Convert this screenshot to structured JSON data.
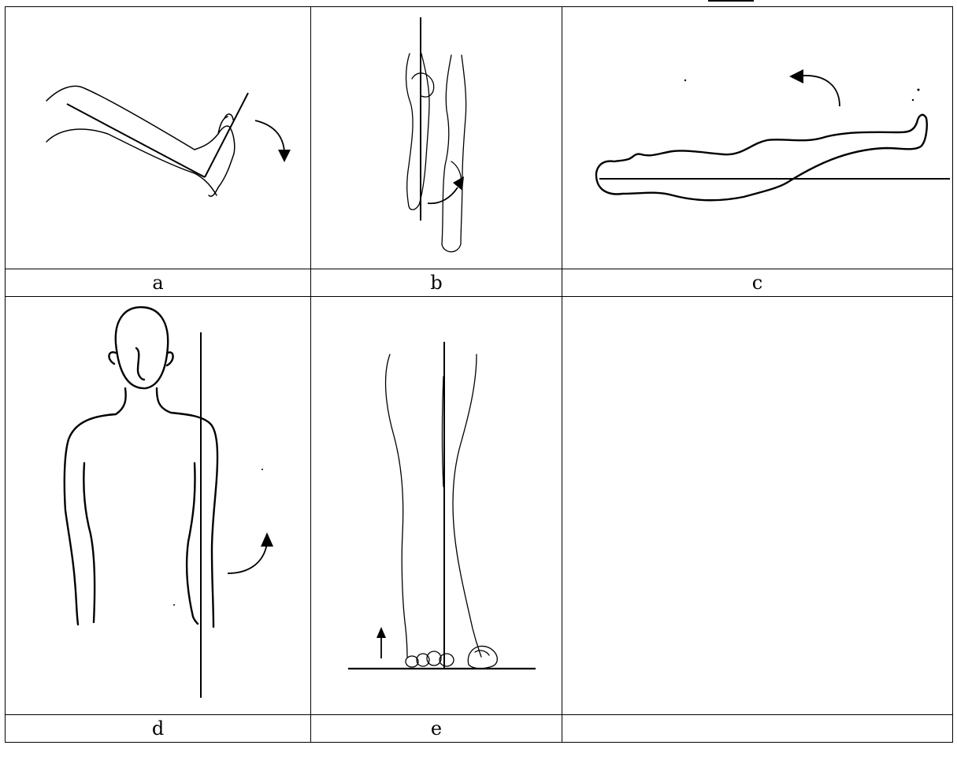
{
  "panels": [
    {
      "label": "a",
      "depicts": "lower leg and foot, side view, arrow curving downward"
    },
    {
      "label": "b",
      "depicts": "legs, front view, vertical reference line, curved arrow"
    },
    {
      "label": "c",
      "depicts": "figure lying supine, horizontal reference line, arrow curving up-left"
    },
    {
      "label": "d",
      "depicts": "upper body, front view, vertical line beside right arm, curved arrow up"
    },
    {
      "label": "e",
      "depicts": "lower legs and feet, front view, vertical and horizontal lines, small arrow up"
    },
    {
      "label": "",
      "depicts": "empty"
    }
  ]
}
